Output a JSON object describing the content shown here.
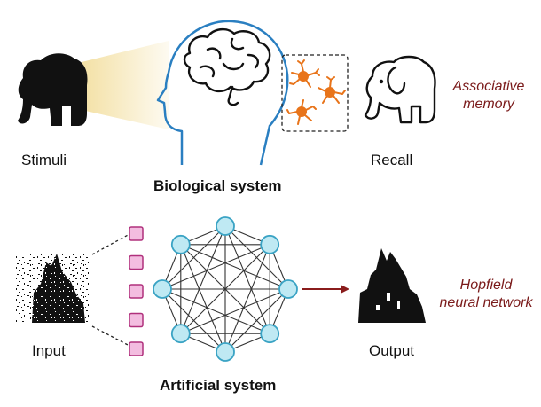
{
  "colors": {
    "ink": "#111111",
    "head_outline": "#2a7fc1",
    "beam": "#f3dfa0",
    "neuron": "#e8741a",
    "node_fill": "#bfe9f3",
    "node_stroke": "#3aa3c4",
    "input_square_fill": "#f3bde0",
    "input_square_stroke": "#b0307c",
    "arrow": "#8a1c1c",
    "italic_label": "#7a1a1a"
  },
  "icons": {
    "stimulus": "elephant-silhouette-icon",
    "brain": "brain-icon",
    "head": "human-head-icon",
    "neurons": "neuron-cluster-icon",
    "recall": "elephant-outline-icon"
  },
  "biological": {
    "stimuli_label": "Stimuli",
    "recall_label": "Recall",
    "title": "Biological system",
    "side_label_line1": "Associative",
    "side_label_line2": "memory"
  },
  "artificial": {
    "input_label": "Input",
    "output_label": "Output",
    "title": "Artificial system",
    "side_label_line1": "Hopfield",
    "side_label_line2": "neural network",
    "input_unit_count": 5,
    "network_node_count": 8
  }
}
